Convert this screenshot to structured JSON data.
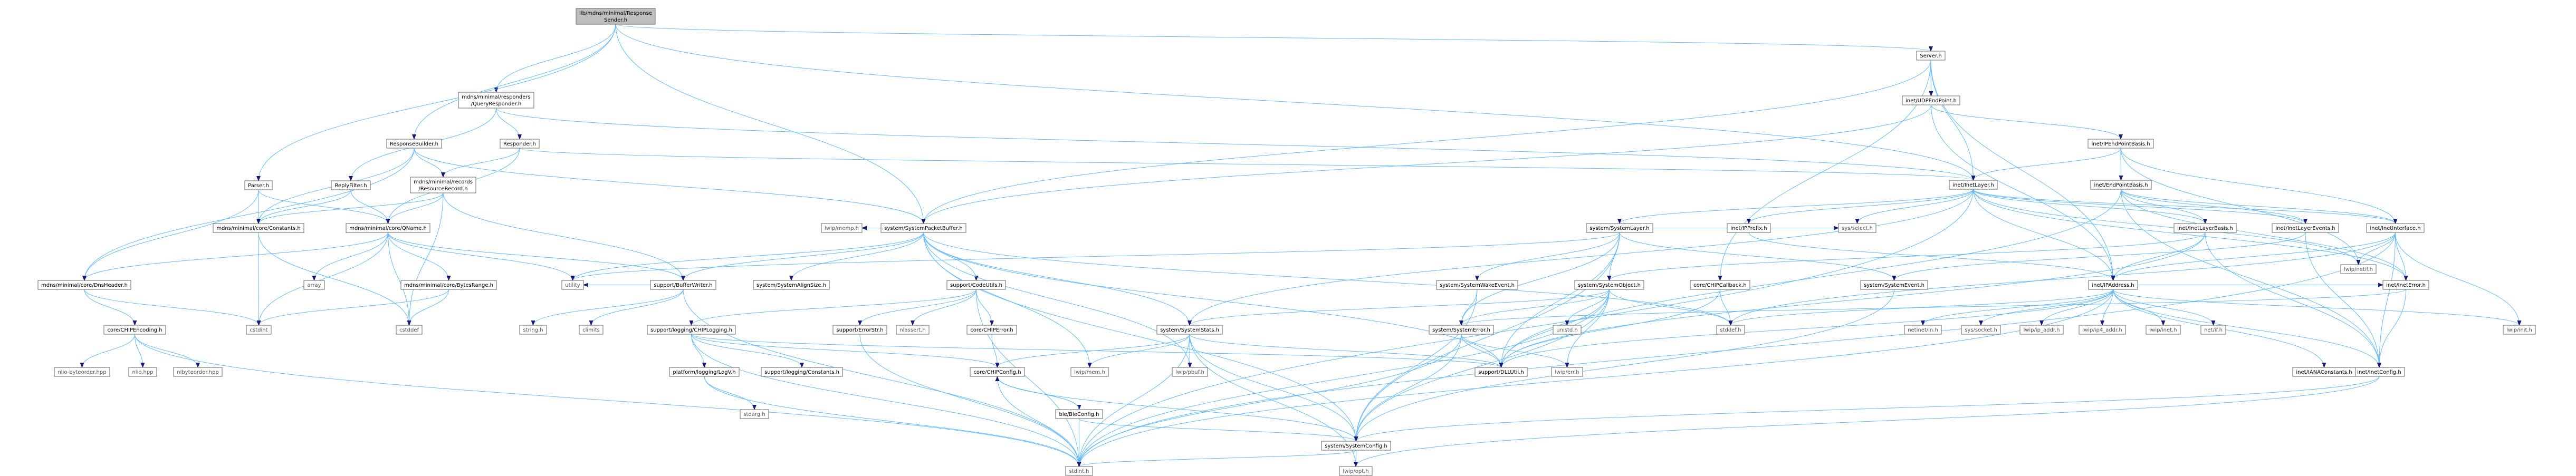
{
  "colors": {
    "root_fill": "#bfbfbf",
    "node_fill": "#ffffff",
    "node_border": "#666666",
    "ext_border": "#bfbfbf",
    "edge": "#63b8ff",
    "arrow": "#191970"
  },
  "nodes": [
    {
      "id": "root",
      "lines": [
        "lib/mdns/minimal/Response",
        "Sender.h"
      ],
      "kind": "root"
    },
    {
      "id": "server",
      "lines": [
        "Server.h"
      ]
    },
    {
      "id": "queryresp",
      "lines": [
        "mdns/minimal/responders",
        "/QueryResponder.h"
      ]
    },
    {
      "id": "udpendpoint",
      "lines": [
        "inet/UDPEndPoint.h"
      ]
    },
    {
      "id": "ipendpointbasis",
      "lines": [
        "inet/IPEndPointBasis.h"
      ]
    },
    {
      "id": "responsebuilder",
      "lines": [
        "ResponseBuilder.h"
      ]
    },
    {
      "id": "responder",
      "lines": [
        "Responder.h"
      ]
    },
    {
      "id": "endpointbasis",
      "lines": [
        "inet/EndPointBasis.h"
      ]
    },
    {
      "id": "inetlayer",
      "lines": [
        "inet/InetLayer.h"
      ]
    },
    {
      "id": "parser",
      "lines": [
        "Parser.h"
      ]
    },
    {
      "id": "replyfilter",
      "lines": [
        "ReplyFilter.h"
      ]
    },
    {
      "id": "resourcerecord",
      "lines": [
        "mdns/minimal/records",
        "/ResourceRecord.h"
      ]
    },
    {
      "id": "systemlayer",
      "lines": [
        "system/SystemLayer.h"
      ]
    },
    {
      "id": "inetlayerbasis",
      "lines": [
        "inet/InetLayerBasis.h"
      ]
    },
    {
      "id": "inetlayerevents",
      "lines": [
        "inet/InetLayerEvents.h"
      ]
    },
    {
      "id": "inetinterface",
      "lines": [
        "inet/InetInterface.h"
      ]
    },
    {
      "id": "inetprefix",
      "lines": [
        "inet/IPPrefix.h"
      ]
    },
    {
      "id": "packetbuffer",
      "lines": [
        "system/SystemPacketBuffer.h"
      ]
    },
    {
      "id": "coreconstants",
      "lines": [
        "mdns/minimal/core/Constants.h"
      ]
    },
    {
      "id": "qname",
      "lines": [
        "mdns/minimal/core/QName.h"
      ]
    },
    {
      "id": "systemobject",
      "lines": [
        "system/SystemObject.h"
      ]
    },
    {
      "id": "ipaddress",
      "lines": [
        "inet/IPAddress.h"
      ]
    },
    {
      "id": "corechipcallback",
      "lines": [
        "core/CHIPCallback.h"
      ]
    },
    {
      "id": "systemevent",
      "lines": [
        "system/SystemEvent.h"
      ]
    },
    {
      "id": "ineterror",
      "lines": [
        "inet/InetError.h"
      ]
    },
    {
      "id": "dnsheader",
      "lines": [
        "mdns/minimal/core/DnsHeader.h"
      ]
    },
    {
      "id": "bytesrange",
      "lines": [
        "mdns/minimal/core/BytesRange.h"
      ]
    },
    {
      "id": "bufferwriter",
      "lines": [
        "support/BufferWriter.h"
      ]
    },
    {
      "id": "systemalignsize",
      "lines": [
        "system/SystemAlignSize.h"
      ]
    },
    {
      "id": "codeutils",
      "lines": [
        "support/CodeUtils.h"
      ]
    },
    {
      "id": "wakeevent",
      "lines": [
        "system/SystemWakeEvent.h"
      ]
    },
    {
      "id": "chipencoding",
      "lines": [
        "core/CHIPEncoding.h"
      ]
    },
    {
      "id": "chiplogging",
      "lines": [
        "support/logging/CHIPLogging.h"
      ]
    },
    {
      "id": "errorstr",
      "lines": [
        "support/ErrorStr.h"
      ]
    },
    {
      "id": "chiperror",
      "lines": [
        "core/CHIPError.h"
      ]
    },
    {
      "id": "systemstats",
      "lines": [
        "system/SystemStats.h"
      ]
    },
    {
      "id": "systemerror",
      "lines": [
        "system/SystemError.h"
      ]
    },
    {
      "id": "dlutil",
      "lines": [
        "support/DLLUtil.h"
      ]
    },
    {
      "id": "chipconfig",
      "lines": [
        "core/CHIPConfig.h"
      ]
    },
    {
      "id": "inetconfig",
      "lines": [
        "inet/InetConfig.h"
      ]
    },
    {
      "id": "logv",
      "lines": [
        "platform/logging/LogV.h"
      ]
    },
    {
      "id": "logconstants",
      "lines": [
        "support/logging/Constants.h"
      ]
    },
    {
      "id": "bleconfig",
      "lines": [
        "ble/BleConfig.h"
      ]
    },
    {
      "id": "systemconfig",
      "lines": [
        "system/SystemConfig.h"
      ]
    },
    {
      "id": "iananumbers",
      "lines": [
        "inet/IANAConstants.h"
      ]
    },
    {
      "id": "ext_array",
      "lines": [
        "array"
      ],
      "kind": "ext"
    },
    {
      "id": "ext_cstdint",
      "lines": [
        "cstdint"
      ],
      "kind": "ext"
    },
    {
      "id": "ext_cstddef",
      "lines": [
        "cstddef"
      ],
      "kind": "ext"
    },
    {
      "id": "ext_utility",
      "lines": [
        "utility"
      ],
      "kind": "ext"
    },
    {
      "id": "ext_string",
      "lines": [
        "string.h"
      ],
      "kind": "ext"
    },
    {
      "id": "ext_climits",
      "lines": [
        "climits"
      ],
      "kind": "ext"
    },
    {
      "id": "ext_lwipmemp",
      "lines": [
        "lwip/memp.h"
      ],
      "kind": "ext"
    },
    {
      "id": "ext_nlassert",
      "lines": [
        "nlassert.h"
      ],
      "kind": "ext"
    },
    {
      "id": "ext_syssel",
      "lines": [
        "sys/select.h"
      ],
      "kind": "ext"
    },
    {
      "id": "ext_stddef",
      "lines": [
        "stddef.h"
      ],
      "kind": "ext"
    },
    {
      "id": "ext_unistd",
      "lines": [
        "unistd.h"
      ],
      "kind": "ext"
    },
    {
      "id": "ext_lwiperr",
      "lines": [
        "lwip/err.h"
      ],
      "kind": "ext"
    },
    {
      "id": "ext_lwipmem",
      "lines": [
        "lwip/mem.h"
      ],
      "kind": "ext"
    },
    {
      "id": "ext_lwippbuf",
      "lines": [
        "lwip/pbuf.h"
      ],
      "kind": "ext"
    },
    {
      "id": "ext_stdarg",
      "lines": [
        "stdarg.h"
      ],
      "kind": "ext"
    },
    {
      "id": "ext_stdint",
      "lines": [
        "stdint.h"
      ],
      "kind": "ext"
    },
    {
      "id": "ext_lwipopt",
      "lines": [
        "lwip/opt.h"
      ],
      "kind": "ext"
    },
    {
      "id": "ext_nlobyte",
      "lines": [
        "nlio-byteorder.hpp"
      ],
      "kind": "ext"
    },
    {
      "id": "ext_nlio",
      "lines": [
        "nlio.hpp"
      ],
      "kind": "ext"
    },
    {
      "id": "ext_nlbyte",
      "lines": [
        "nlbyteorder.hpp"
      ],
      "kind": "ext"
    },
    {
      "id": "ext_netinetin",
      "lines": [
        "netinet/in.h"
      ],
      "kind": "ext"
    },
    {
      "id": "ext_syssocket",
      "lines": [
        "sys/socket.h"
      ],
      "kind": "ext"
    },
    {
      "id": "ext_lwipipaddr",
      "lines": [
        "lwip/ip_addr.h"
      ],
      "kind": "ext"
    },
    {
      "id": "ext_lwipip4",
      "lines": [
        "lwip/ip4_addr.h"
      ],
      "kind": "ext"
    },
    {
      "id": "ext_lwipinet",
      "lines": [
        "lwip/inet.h"
      ],
      "kind": "ext"
    },
    {
      "id": "ext_netif",
      "lines": [
        "net/if.h"
      ],
      "kind": "ext"
    },
    {
      "id": "ext_lwipinit",
      "lines": [
        "lwip/init.h"
      ],
      "kind": "ext"
    },
    {
      "id": "ext_lwipnetif",
      "lines": [
        "lwip/netif.h"
      ],
      "kind": "ext"
    }
  ],
  "edges": [
    [
      "root",
      "server"
    ],
    [
      "root",
      "queryresp"
    ],
    [
      "root",
      "responsebuilder"
    ],
    [
      "root",
      "parser"
    ],
    [
      "root",
      "packetbuffer"
    ],
    [
      "root",
      "inetlayer"
    ],
    [
      "server",
      "udpendpoint"
    ],
    [
      "server",
      "inetlayer"
    ],
    [
      "server",
      "ipaddress"
    ],
    [
      "server",
      "corechipcallback"
    ],
    [
      "server",
      "packetbuffer"
    ],
    [
      "queryresp",
      "responder"
    ],
    [
      "queryresp",
      "inetlayer"
    ],
    [
      "queryresp",
      "replyfilter"
    ],
    [
      "udpendpoint",
      "ipendpointbasis"
    ],
    [
      "udpendpoint",
      "ipaddress"
    ],
    [
      "udpendpoint",
      "packetbuffer"
    ],
    [
      "ipendpointbasis",
      "endpointbasis"
    ],
    [
      "ipendpointbasis",
      "inetinterface"
    ],
    [
      "ipendpointbasis",
      "inetlayer"
    ],
    [
      "ipendpointbasis",
      "ext_lwipnetif"
    ],
    [
      "responsebuilder",
      "resourcerecord"
    ],
    [
      "responsebuilder",
      "coreconstants"
    ],
    [
      "responsebuilder",
      "dnsheader"
    ],
    [
      "responsebuilder",
      "packetbuffer"
    ],
    [
      "responder",
      "resourcerecord"
    ],
    [
      "responder",
      "qname"
    ],
    [
      "responder",
      "inetlayer"
    ],
    [
      "endpointbasis",
      "inetlayerbasis"
    ],
    [
      "endpointbasis",
      "inetconfig"
    ],
    [
      "endpointbasis",
      "inetlayerevents"
    ],
    [
      "endpointbasis",
      "inetinterface"
    ],
    [
      "endpointbasis",
      "ineterror"
    ],
    [
      "endpointbasis",
      "dlutil"
    ],
    [
      "inetlayer",
      "systemlayer"
    ],
    [
      "inetlayer",
      "inetinterface"
    ],
    [
      "inetlayer",
      "inetprefix"
    ],
    [
      "inetlayer",
      "inetlayerbasis"
    ],
    [
      "inetlayer",
      "inetlayerevents"
    ],
    [
      "inetlayer",
      "ineterror"
    ],
    [
      "inetlayer",
      "ipaddress"
    ],
    [
      "inetlayer",
      "systemstats"
    ],
    [
      "inetlayer",
      "ext_stdint"
    ],
    [
      "inetlayer",
      "ext_syssel"
    ],
    [
      "inetlayer",
      "ext_lwipnetif"
    ],
    [
      "parser",
      "coreconstants"
    ],
    [
      "parser",
      "dnsheader"
    ],
    [
      "parser",
      "qname"
    ],
    [
      "replyfilter",
      "qname"
    ],
    [
      "replyfilter",
      "coreconstants"
    ],
    [
      "resourcerecord",
      "qname"
    ],
    [
      "resourcerecord",
      "bufferwriter"
    ],
    [
      "resourcerecord",
      "ext_cstddef"
    ],
    [
      "resourcerecord",
      "coreconstants"
    ],
    [
      "systemlayer",
      "systemobject"
    ],
    [
      "systemlayer",
      "systemevent"
    ],
    [
      "systemlayer",
      "systemerror"
    ],
    [
      "systemlayer",
      "wakeevent"
    ],
    [
      "systemlayer",
      "systemconfig"
    ],
    [
      "systemlayer",
      "dlutil"
    ],
    [
      "systemlayer",
      "ext_syssel"
    ],
    [
      "systemlayer",
      "ext_utility"
    ],
    [
      "inetlayerbasis",
      "systemobject"
    ],
    [
      "inetlayerbasis",
      "inetconfig"
    ],
    [
      "inetlayerbasis",
      "ipaddress"
    ],
    [
      "inetlayerbasis",
      "dlutil"
    ],
    [
      "inetlayerevents",
      "systemevent"
    ],
    [
      "inetlayerevents",
      "inetconfig"
    ],
    [
      "inetinterface",
      "ineterror"
    ],
    [
      "inetinterface",
      "ipaddress"
    ],
    [
      "inetinterface",
      "inetconfig"
    ],
    [
      "inetinterface",
      "ext_stddef"
    ],
    [
      "inetinterface",
      "ext_stdint"
    ],
    [
      "inetinterface",
      "ext_lwipnetif"
    ],
    [
      "inetinterface",
      "ext_lwipinit"
    ],
    [
      "inetprefix",
      "ipaddress"
    ],
    [
      "packetbuffer",
      "systemalignsize"
    ],
    [
      "packetbuffer",
      "codeutils"
    ],
    [
      "packetbuffer",
      "bufferwriter"
    ],
    [
      "packetbuffer",
      "systemconfig"
    ],
    [
      "packetbuffer",
      "dlutil"
    ],
    [
      "packetbuffer",
      "ext_utility"
    ],
    [
      "packetbuffer",
      "ext_lwipmemp"
    ],
    [
      "packetbuffer",
      "ext_lwipmem"
    ],
    [
      "packetbuffer",
      "ext_lwippbuf"
    ],
    [
      "packetbuffer",
      "ext_stddef"
    ],
    [
      "packetbuffer",
      "systemstats"
    ],
    [
      "coreconstants",
      "ext_cstdint"
    ],
    [
      "coreconstants",
      "ext_cstddef"
    ],
    [
      "qname",
      "bytesrange"
    ],
    [
      "qname",
      "ext_array"
    ],
    [
      "qname",
      "ext_cstddef"
    ],
    [
      "qname",
      "ext_utility"
    ],
    [
      "qname",
      "bufferwriter"
    ],
    [
      "qname",
      "dnsheader"
    ],
    [
      "qname",
      "ext_cstdint"
    ],
    [
      "systemobject",
      "systemerror"
    ],
    [
      "systemobject",
      "systemconfig"
    ],
    [
      "systemobject",
      "dlutil"
    ],
    [
      "systemobject",
      "systemstats"
    ],
    [
      "systemobject",
      "ext_stddef"
    ],
    [
      "systemobject",
      "ext_stdint"
    ],
    [
      "systemobject",
      "ext_unistd"
    ],
    [
      "systemobject",
      "ext_lwiperr"
    ],
    [
      "ipaddress",
      "inetconfig"
    ],
    [
      "ipaddress",
      "ineterror"
    ],
    [
      "ipaddress",
      "iananumbers"
    ],
    [
      "ipaddress",
      "dlutil"
    ],
    [
      "ipaddress",
      "ext_netinetin"
    ],
    [
      "ipaddress",
      "ext_syssocket"
    ],
    [
      "ipaddress",
      "ext_lwipipaddr"
    ],
    [
      "ipaddress",
      "ext_lwipip4"
    ],
    [
      "ipaddress",
      "ext_lwipinet"
    ],
    [
      "ipaddress",
      "ext_netif"
    ],
    [
      "ipaddress",
      "ext_stddef"
    ],
    [
      "ipaddress",
      "ext_stdint"
    ],
    [
      "ipaddress",
      "ext_lwipinit"
    ],
    [
      "corechipcallback",
      "ext_stddef"
    ],
    [
      "corechipcallback",
      "dlutil"
    ],
    [
      "systemevent",
      "systemconfig"
    ],
    [
      "ineterror",
      "inetconfig"
    ],
    [
      "ineterror",
      "systemerror"
    ],
    [
      "dnsheader",
      "chipencoding"
    ],
    [
      "dnsheader",
      "ext_cstdint"
    ],
    [
      "bytesrange",
      "ext_cstdint"
    ],
    [
      "bytesrange",
      "ext_cstddef"
    ],
    [
      "bufferwriter",
      "ext_string"
    ],
    [
      "bufferwriter",
      "ext_climits"
    ],
    [
      "bufferwriter",
      "ext_stdint"
    ],
    [
      "bufferwriter",
      "ext_utility"
    ],
    [
      "codeutils",
      "chiperror"
    ],
    [
      "codeutils",
      "chiplogging"
    ],
    [
      "codeutils",
      "errorstr"
    ],
    [
      "codeutils",
      "ext_nlassert"
    ],
    [
      "codeutils",
      "ext_stdint"
    ],
    [
      "wakeevent",
      "systemconfig"
    ],
    [
      "wakeevent",
      "systemerror"
    ],
    [
      "chipencoding",
      "ext_nlobyte"
    ],
    [
      "chipencoding",
      "ext_nlio"
    ],
    [
      "chipencoding",
      "ext_nlbyte"
    ],
    [
      "chipencoding",
      "ext_stdint"
    ],
    [
      "chiplogging",
      "chipconfig"
    ],
    [
      "chiplogging",
      "logv"
    ],
    [
      "chiplogging",
      "logconstants"
    ],
    [
      "chiplogging",
      "dlutil"
    ],
    [
      "chiplogging",
      "ext_stdint"
    ],
    [
      "errorstr",
      "ext_stdint"
    ],
    [
      "chiperror",
      "chipconfig"
    ],
    [
      "systemstats",
      "systemconfig"
    ],
    [
      "systemstats",
      "ext_lwipmem"
    ],
    [
      "systemstats",
      "ext_lwippbuf"
    ],
    [
      "systemstats",
      "ext_lwipopt"
    ],
    [
      "systemstats",
      "ext_stdint"
    ],
    [
      "systemstats",
      "dlutil"
    ],
    [
      "systemstats",
      "chipconfig"
    ],
    [
      "systemerror",
      "systemconfig"
    ],
    [
      "systemerror",
      "dlutil"
    ],
    [
      "systemerror",
      "ext_lwiperr"
    ],
    [
      "systemerror",
      "ext_stdint"
    ],
    [
      "chipconfig",
      "bleconfig"
    ],
    [
      "chipconfig",
      "systemconfig"
    ],
    [
      "chipconfig",
      "ext_stdint"
    ],
    [
      "inetconfig",
      "systemconfig"
    ],
    [
      "inetconfig",
      "ext_lwipopt"
    ],
    [
      "logv",
      "ext_stdarg"
    ],
    [
      "logv",
      "ext_stdint"
    ],
    [
      "bleconfig",
      "chipconfig"
    ],
    [
      "bleconfig",
      "systemconfig"
    ],
    [
      "bleconfig",
      "ext_stdint"
    ],
    [
      "systemconfig",
      "ext_stdint"
    ],
    [
      "systemconfig",
      "ext_lwipopt"
    ]
  ]
}
